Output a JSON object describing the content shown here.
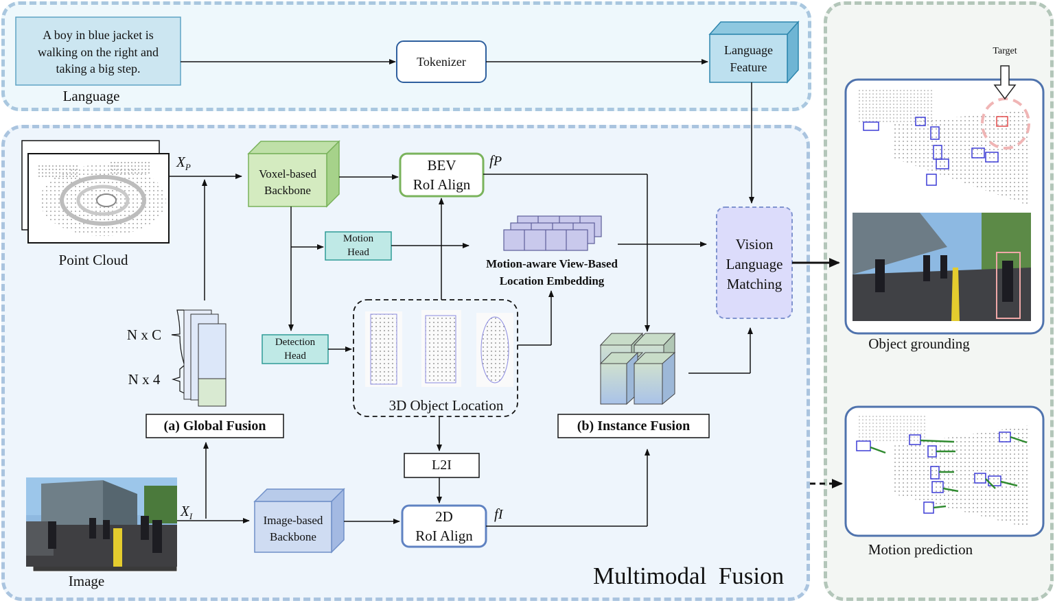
{
  "language": {
    "sentence_lines": [
      "A boy in blue jacket is",
      "walking on the right and",
      "taking a big step."
    ],
    "caption": "Language",
    "tokenizer": "Tokenizer",
    "feature_lines": [
      "Language",
      "Feature"
    ]
  },
  "inputs": {
    "point_cloud": "Point Cloud",
    "image": "Image",
    "xp_main": "X",
    "xp_sub": "P",
    "xi_main": "X",
    "xi_sub": "I"
  },
  "backbones": {
    "voxel_lines": [
      "Voxel-based",
      "Backbone"
    ],
    "image_lines": [
      "Image-based",
      "Backbone"
    ]
  },
  "heads": {
    "motion_lines": [
      "Motion",
      "Head"
    ],
    "detection_lines": [
      "Detection",
      "Head"
    ]
  },
  "roi": {
    "bev_lines": [
      "BEV",
      "RoI Align"
    ],
    "fp_main": "f",
    "fp_sub": "P",
    "twod_lines": [
      "2D",
      "RoI Align"
    ],
    "fi_main": "f",
    "fi_sub": "I",
    "l2i": "L2I"
  },
  "embedding_lines": [
    "Motion-aware View-Based",
    "Location Embedding"
  ],
  "object_location": "3D Object Location",
  "global_fusion": {
    "label": "(a) Global Fusion",
    "nxc": "N x C",
    "nx4": "N x 4"
  },
  "instance_fusion": "(b) Instance Fusion",
  "vlm_lines": [
    "Vision",
    "Language",
    "Matching"
  ],
  "module_title": "Multimodal  Fusion",
  "outputs": {
    "target": "Target",
    "object_grounding": "Object grounding",
    "motion_prediction": "Motion prediction"
  },
  "colors": {
    "language_box": "#cce6f1",
    "voxel_green": "#d4ebc0",
    "image_blue": "#cfdcf2",
    "head_teal": "#bfe9e6",
    "vlm_purple": "#dcdcfb",
    "bbox_blue": "#3b3bd6",
    "target_red": "#e34c4c",
    "motion_green": "#2f8a2f"
  }
}
